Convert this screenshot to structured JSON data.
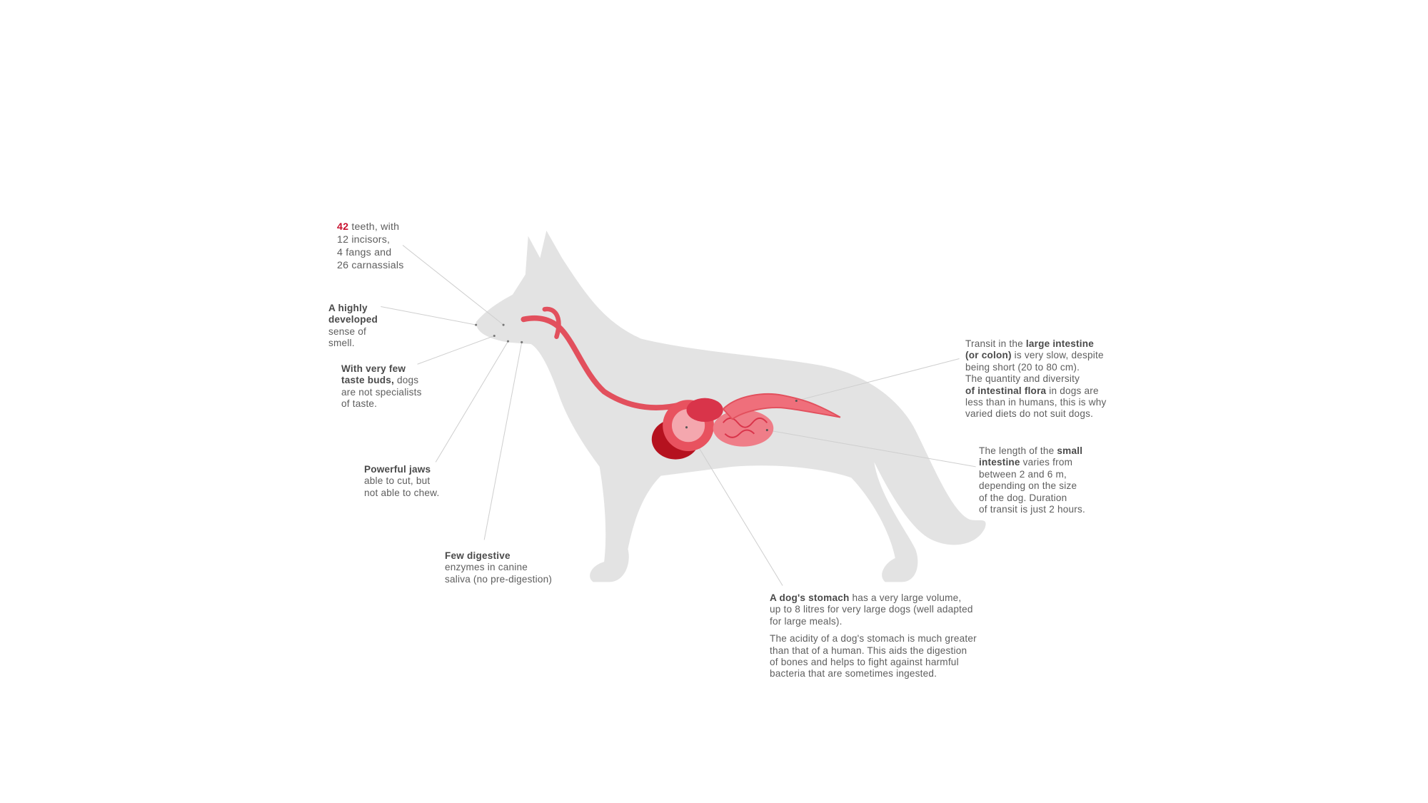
{
  "colors": {
    "accent": "#c8102e",
    "silhouette": "#e3e3e3",
    "organ": "#e8525f",
    "organ_dark": "#b5121f"
  },
  "callouts": {
    "teeth": {
      "number": "42",
      "l1": " teeth, with",
      "l2": "12 incisors,",
      "l3": "4 fangs and",
      "l4": "26 carnassials"
    },
    "smell": {
      "b1": "A highly",
      "b2": "developed",
      "l3": "sense of",
      "l4": "smell."
    },
    "taste": {
      "b1": "With very few",
      "b2": "taste buds,",
      "t2": " dogs",
      "l3": "are not specialists",
      "l4": "of taste."
    },
    "jaws": {
      "b1": "Powerful jaws",
      "l2": "able to cut, but",
      "l3": "not able to chew."
    },
    "enzymes": {
      "b1": "Few digestive",
      "l2": "enzymes in canine",
      "l3": "saliva (no pre-digestion)"
    },
    "colon": {
      "t1": "Transit in the ",
      "b1": "large intestine",
      "b2": "(or colon)",
      "t2": " is very slow, despite",
      "l3": "being short (20 to 80 cm).",
      "l4": "The quantity and diversity",
      "b5": "of intestinal flora",
      "t5": " in dogs are",
      "l6": "less than in humans, this is why",
      "l7": "varied diets do not suit dogs."
    },
    "small_intestine": {
      "t1": "The length of the ",
      "b1": "small",
      "b2": "intestine",
      "t2": " varies from",
      "l3": "between 2 and 6 m,",
      "l4": "depending on the size",
      "l5": "of the dog. Duration",
      "l6": "of transit is just 2 hours."
    },
    "stomach": {
      "b1": "A dog's stomach",
      "t1": " has a very large volume,",
      "l2": "up to 8 litres for very large dogs (well adapted",
      "l3": "for large meals).",
      "p2l1": "The acidity of a dog's stomach is much greater",
      "p2l2": "than that of a human. This aids the digestion",
      "p2l3": "of bones and helps to fight against harmful",
      "p2l4": "bacteria that are sometimes ingested."
    }
  }
}
